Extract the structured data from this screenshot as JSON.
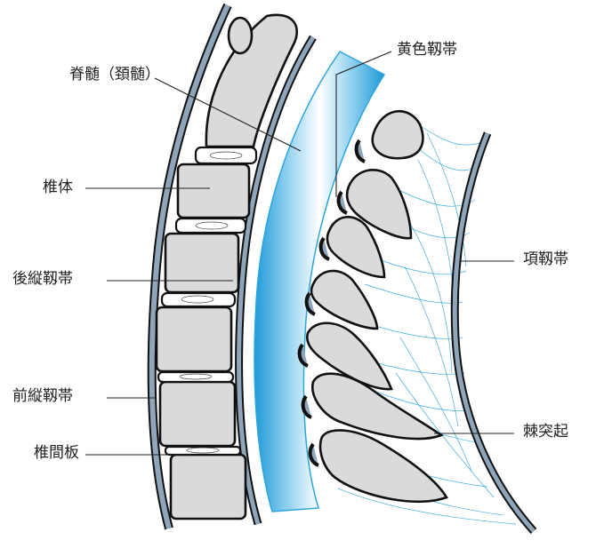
{
  "labels": {
    "spinal_cord": "脊髄（頚髄）",
    "vertebral_body": "椎体",
    "posterior_longitudinal_ligament": "後縦靱帯",
    "anterior_longitudinal_ligament": "前縦靱帯",
    "intervertebral_disc": "椎間板",
    "ligamentum_flavum": "黄色靱帯",
    "nuchal_ligament": "項靱帯",
    "spinous_process": "棘突起"
  },
  "colors": {
    "bone": "#d9dadc",
    "outline": "#111111",
    "ligament_fill": "#8fa6ba",
    "spinal_cord_blue": "#2aa6de",
    "spinal_cord_light": "#d7effa",
    "fiber_lines": "#1f9fd6"
  }
}
